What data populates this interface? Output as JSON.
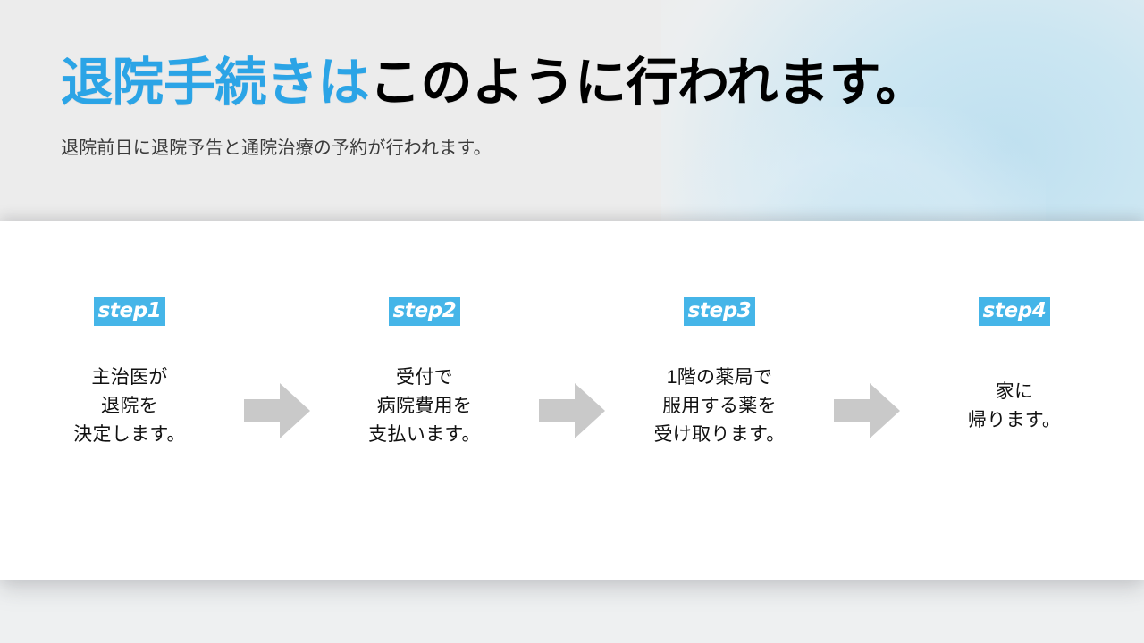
{
  "slide": {
    "title": {
      "highlight": "退院手続きは",
      "rest": "このように行われます。"
    },
    "subtitle": "退院前日に退院予告と通院治療の予約が行われます。",
    "colors": {
      "title_highlight": "#2ba4e6",
      "title_rest": "#000000",
      "step_badge_bg": "#45b5e8",
      "step_badge_text": "#ffffff",
      "arrow": "#c9c9c9",
      "card_bg": "#ffffff",
      "page_bg": "#ececec",
      "glow": "#c8e4f2"
    }
  },
  "steps": [
    {
      "badge": "step1",
      "lines": [
        "主治医が",
        "退院を",
        "決定します。"
      ],
      "text": "主治医が\n退院を\n決定します。"
    },
    {
      "badge": "step2",
      "lines": [
        "受付で",
        "病院費用を",
        "支払います。"
      ],
      "text": "受付で\n病院費用を\n支払います。"
    },
    {
      "badge": "step3",
      "lines": [
        "1階の薬局で",
        "服用する薬を",
        "受け取ります。"
      ],
      "text": "1階の薬局で\n服用する薬を\n受け取ります。"
    },
    {
      "badge": "step4",
      "lines": [
        "家に",
        "帰ります。"
      ],
      "text": "家に\n帰ります。"
    }
  ],
  "arrows": [
    {
      "name": "arrow-right-icon-1"
    },
    {
      "name": "arrow-right-icon-2"
    },
    {
      "name": "arrow-right-icon-3"
    }
  ]
}
